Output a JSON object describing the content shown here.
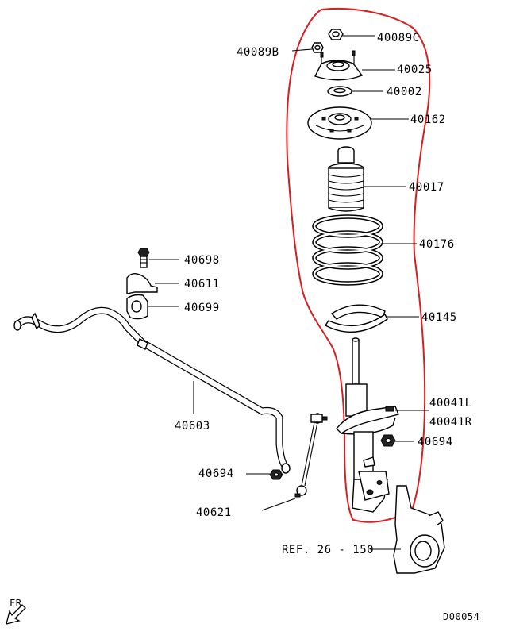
{
  "labels": {
    "p40089c": "40089C",
    "p40089b": "40089B",
    "p40025": "40025",
    "p40002": "40002",
    "p40162": "40162",
    "p40017": "40017",
    "p40176": "40176",
    "p40145": "40145",
    "p40041l": "40041L",
    "p40041r": "40041R",
    "p40694a": "40694",
    "p40698": "40698",
    "p40611": "40611",
    "p40699": "40699",
    "p40603": "40603",
    "p40694b": "40694",
    "p40621": "40621",
    "ref": "REF. 26 - 150",
    "fr": "FR",
    "code": "D00054"
  },
  "colors": {
    "highlight": "#d81e1e",
    "ink": "#000000"
  }
}
